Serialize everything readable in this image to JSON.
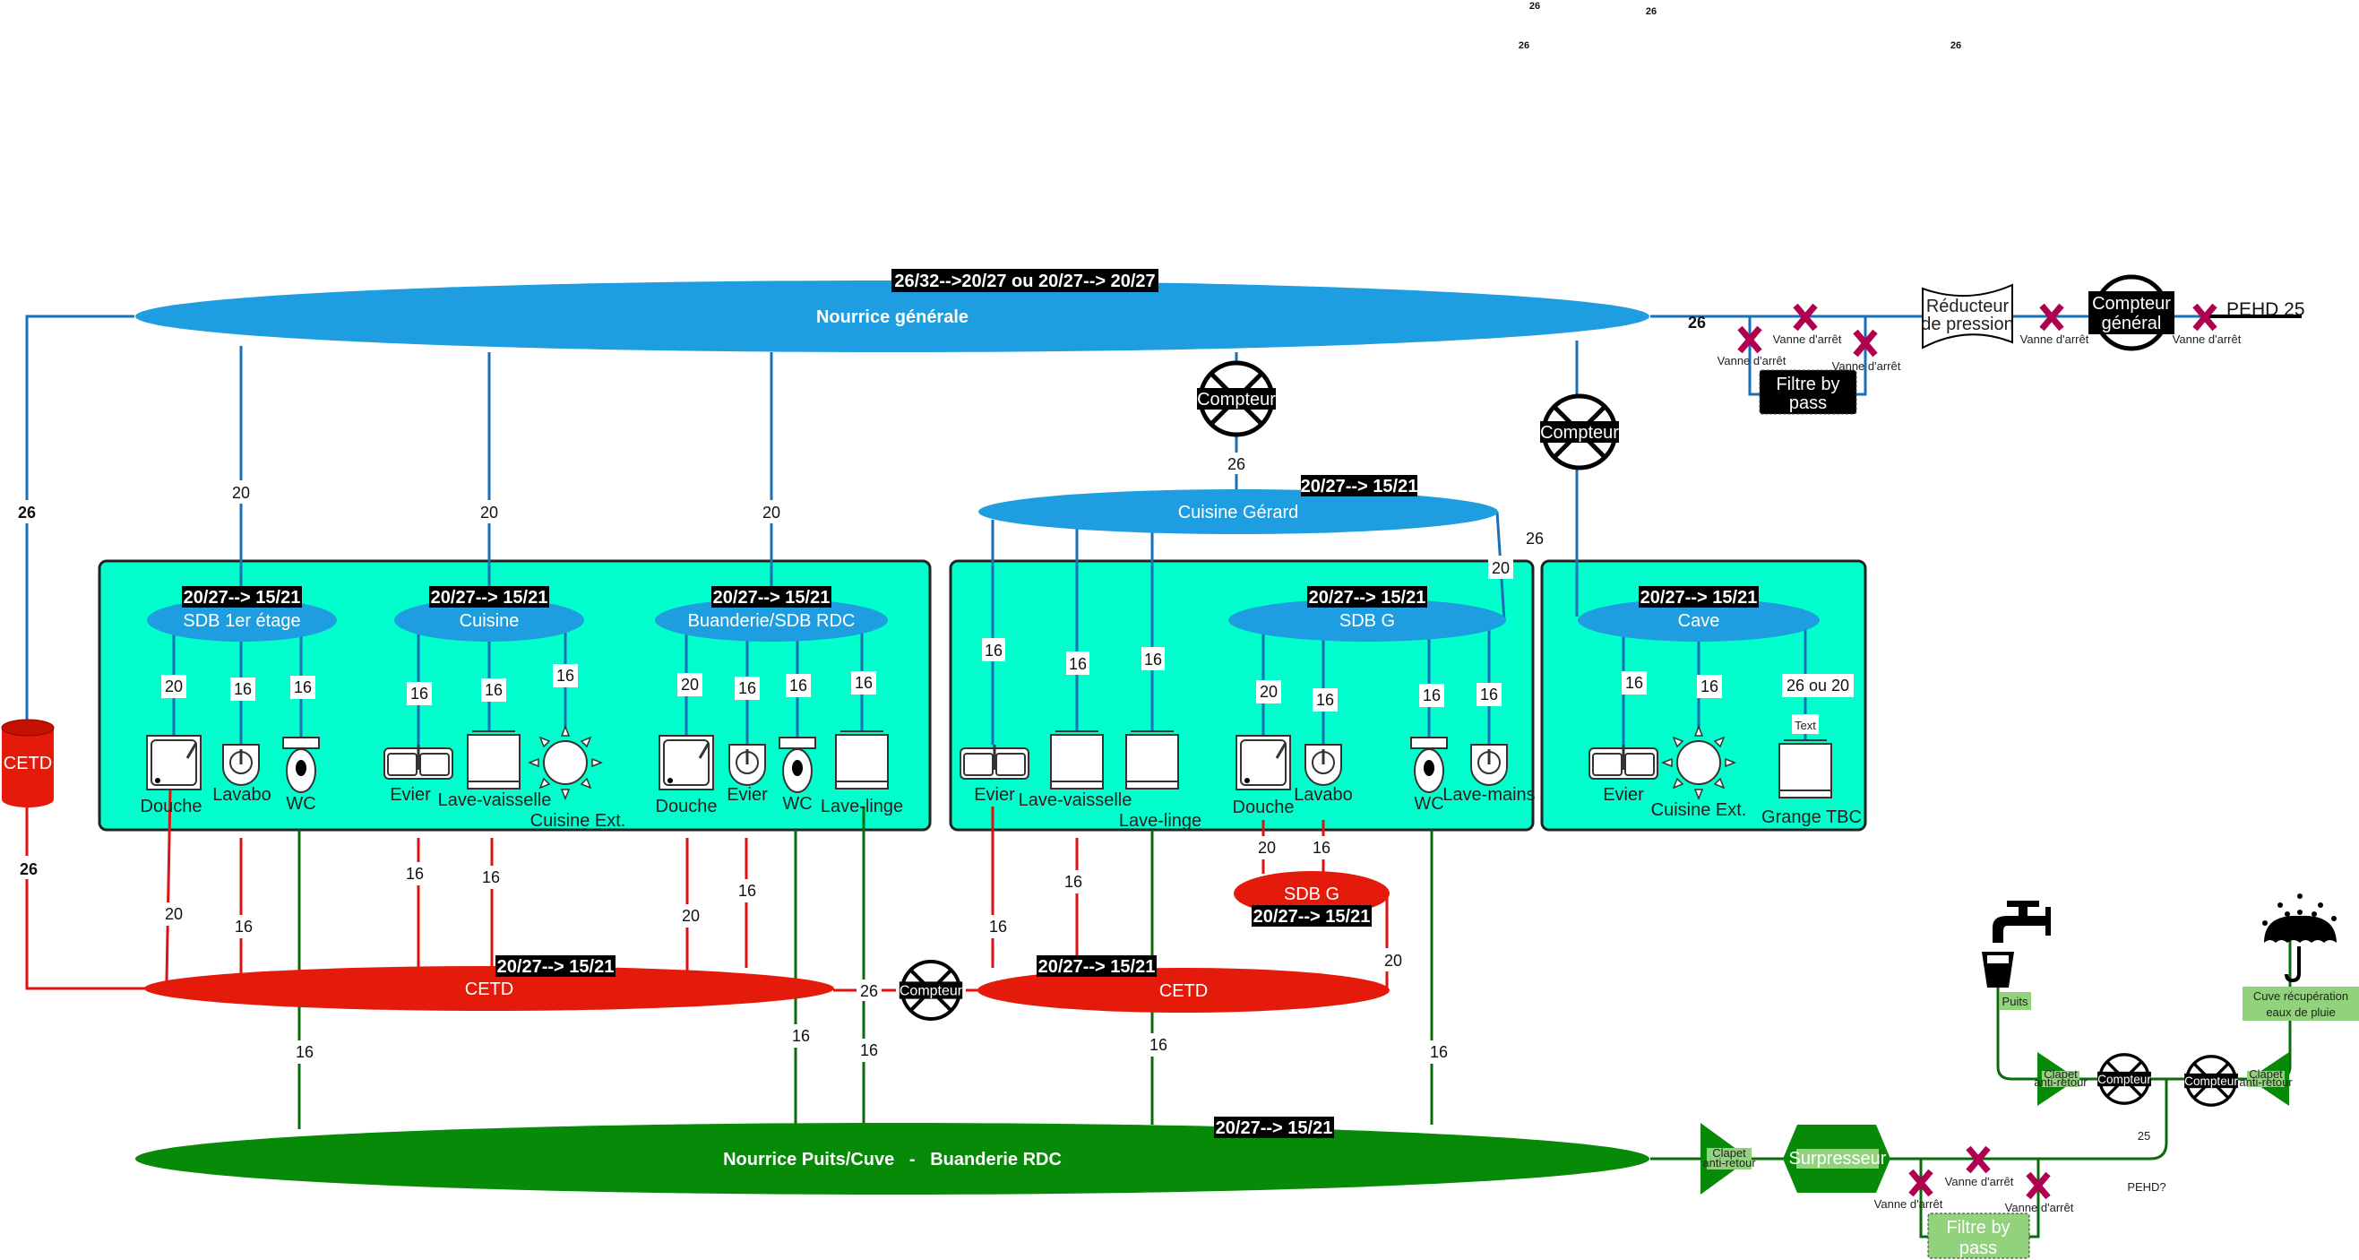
{
  "colors": {
    "supply_blue": "#1e9ee0",
    "room_box": "#00ffcc",
    "return_red": "#e41a0a",
    "well_green": "#078a07",
    "valve": "#b0004f",
    "label_green": "#92d27c"
  },
  "top_labels": [
    "26",
    "26",
    "26",
    "26"
  ],
  "main_manifold": {
    "label": "Nourrice générale",
    "spec": "26/32-->20/27  ou 20/27--> 20/27",
    "left_pipe": "26"
  },
  "cetd_tank": {
    "label": "CETD",
    "pipe": "26"
  },
  "main_drops": [
    "20",
    "20",
    "20"
  ],
  "inlet": {
    "pipe": "26",
    "valve_label": "Vanne d'arrêt",
    "filter": "Filtre by pass",
    "reducer": "Réducteur de pression",
    "reducer_l1": "Réducteur",
    "reducer_l2": "de pression",
    "meter": "Compteur général",
    "meter_l1": "Compteur",
    "meter_l2": "général",
    "pipe_type": "PEHD 25"
  },
  "meter_label": "Compteur",
  "cuisine_gerard": {
    "label": "Cuisine Gérard",
    "spec": "20/27--> 15/21",
    "feed": "26",
    "to_sdbg": "20",
    "drops": [
      "16",
      "16",
      "16"
    ]
  },
  "cave_feed": "26",
  "rooms": [
    {
      "label": "SDB 1er étage",
      "spec": "20/27--> 15/21",
      "fixtures": [
        {
          "label": "Douche",
          "pipe": "20"
        },
        {
          "label": "Lavabo",
          "pipe": "16"
        },
        {
          "label": "WC",
          "pipe": "16"
        }
      ]
    },
    {
      "label": "Cuisine",
      "spec": "20/27--> 15/21",
      "fixtures": [
        {
          "label": "Evier",
          "pipe": "16"
        },
        {
          "label": "Lave-vaisselle",
          "pipe": "16"
        },
        {
          "label": "Cuisine Ext.",
          "pipe": "16"
        }
      ]
    },
    {
      "label": "Buanderie/SDB RDC",
      "spec": "20/27--> 15/21",
      "fixtures": [
        {
          "label": "Douche",
          "pipe": "20"
        },
        {
          "label": "Evier",
          "pipe": "16"
        },
        {
          "label": "WC",
          "pipe": "16"
        },
        {
          "label": "Lave-linge",
          "pipe": "16"
        }
      ]
    },
    {
      "label": "SDB G",
      "spec": "20/27--> 15/21",
      "fixtures": [
        {
          "label": "Douche",
          "pipe": "20"
        },
        {
          "label": "Lavabo",
          "pipe": "16"
        },
        {
          "label": "WC",
          "pipe": "16"
        },
        {
          "label": "Lave-mains",
          "pipe": "16"
        }
      ]
    },
    {
      "label": "Cave",
      "spec": "20/27--> 15/21",
      "fixtures": [
        {
          "label": "Evier",
          "pipe": "16"
        },
        {
          "label": "Cuisine Ext.",
          "pipe": "16"
        },
        {
          "label": "Grange TBC",
          "pipe": "26 ou 20",
          "note": "Text"
        }
      ]
    }
  ],
  "gerard_fixtures": [
    {
      "label": "Evier"
    },
    {
      "label": "Lave-vaisselle"
    },
    {
      "label": "Lave-linge"
    }
  ],
  "returns": {
    "cetd1": {
      "label": "CETD",
      "spec": "20/27--> 15/21"
    },
    "cetd2": {
      "label": "CETD",
      "spec": "20/27--> 15/21"
    },
    "sdbg": {
      "label": "SDB G",
      "spec": "20/27--> 15/21",
      "pipe": "20"
    },
    "link": "26",
    "pipes": [
      "20",
      "16",
      "16",
      "16",
      "20",
      "16",
      "16",
      "16",
      "20",
      "16"
    ]
  },
  "well_manifold": {
    "label": "Nourrice Puits/Cuve   -   Buanderie RDC",
    "spec": "20/27--> 15/21",
    "drops": [
      "16",
      "16",
      "16",
      "16",
      "16"
    ],
    "check_valve": "Clapet anti-retour",
    "check_l1": "Clapet",
    "check_l2": "anti-retour",
    "pump": "Surpresseur",
    "filter": "Filtre by pass",
    "filter_l1": "Filtre by",
    "filter_l2": "pass",
    "valve_label": "Vanne d'arrêt",
    "pipe": "25",
    "pipe_type": "PEHD?",
    "well": "Puits",
    "rain": "Cuve récupération eaux de pluie",
    "rain_l1": "Cuve récupération",
    "rain_l2": "eaux de pluie"
  }
}
